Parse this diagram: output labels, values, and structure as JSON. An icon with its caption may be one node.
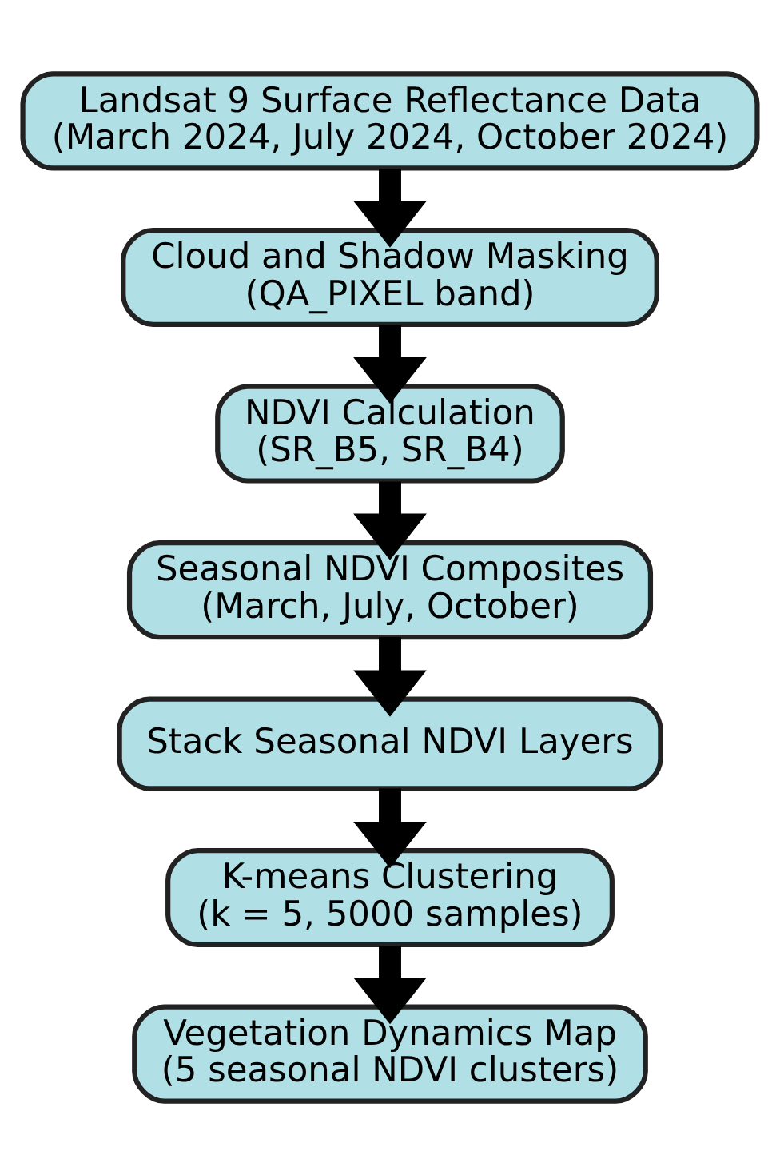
{
  "diagram": {
    "nodes": [
      {
        "text": [
          "Landsat 9 Surface Reflectance Data",
          "(March 2024, July 2024, October 2024)"
        ]
      },
      {
        "text": [
          "Cloud and Shadow Masking",
          "(QA_PIXEL band)"
        ]
      },
      {
        "text": [
          "NDVI Calculation",
          "(SR_B5, SR_B4)"
        ]
      },
      {
        "text": [
          "Seasonal NDVI Composites",
          "(March, July, October)"
        ]
      },
      {
        "text": [
          "Stack Seasonal NDVI Layers"
        ]
      },
      {
        "text": [
          "K-means Clustering",
          "(k = 5, 5000 samples)"
        ]
      },
      {
        "text": [
          "Vegetation Dynamics Map",
          "(5 seasonal NDVI clusters)"
        ]
      }
    ],
    "edges": [
      {
        "from": 0,
        "to": 1,
        "arrow": "to"
      },
      {
        "from": 1,
        "to": 2,
        "arrow": "to"
      },
      {
        "from": 2,
        "to": 3,
        "arrow": "to"
      },
      {
        "from": 3,
        "to": 4,
        "arrow": "to"
      },
      {
        "from": 4,
        "to": 5,
        "arrow": "to"
      },
      {
        "from": 5,
        "to": 6,
        "arrow": "to"
      }
    ]
  }
}
